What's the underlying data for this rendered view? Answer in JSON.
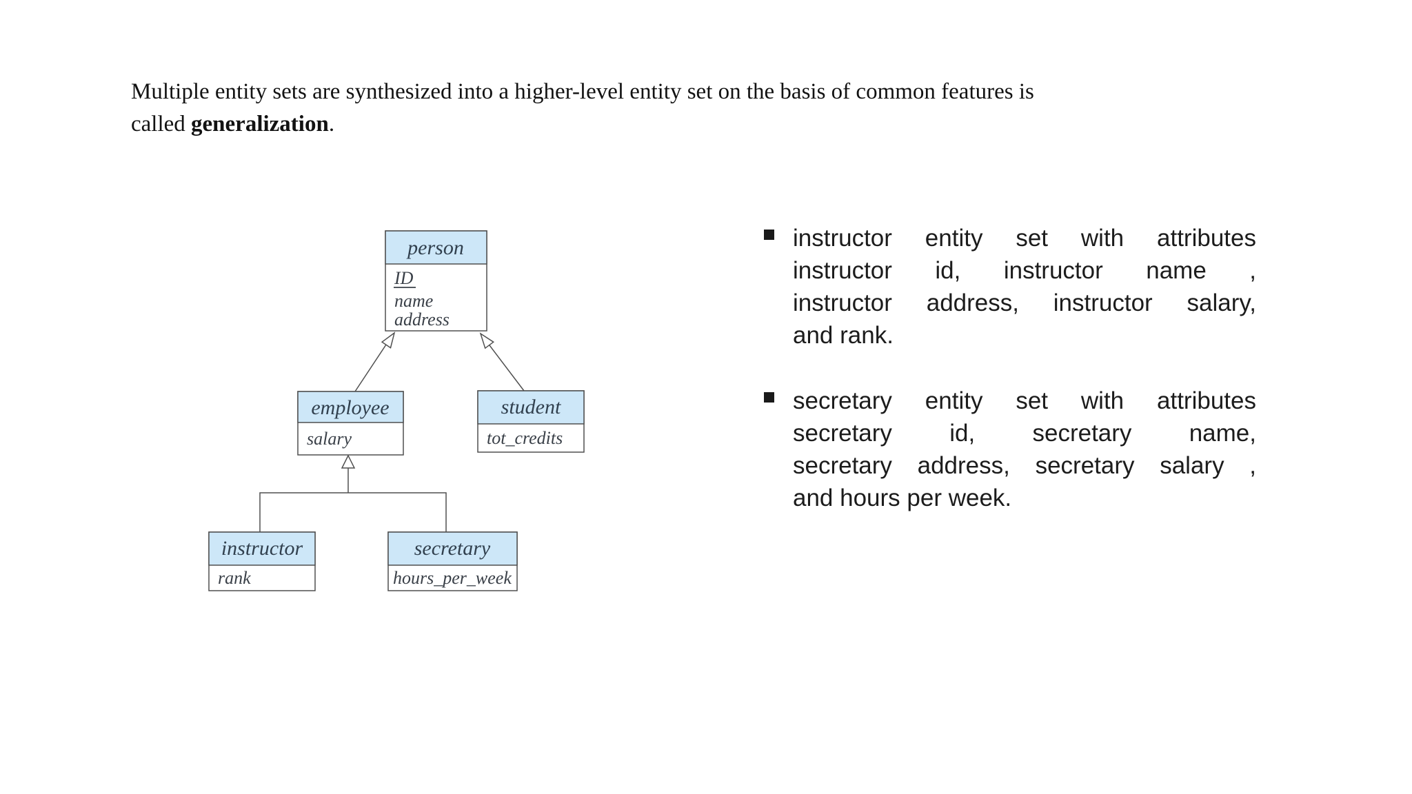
{
  "page": {
    "title": {
      "line1": "Multiple entity sets are synthesized into a higher-level entity set on the basis of common features is",
      "line2_pre": "called ",
      "line2_bold": "generalization",
      "line2_post": "."
    }
  },
  "diagram": {
    "type": "er-generalization-hierarchy",
    "entities": {
      "person": {
        "label": "person",
        "attributes": [
          "ID",
          "name",
          "address"
        ],
        "key_attribute": "ID"
      },
      "employee": {
        "label": "employee",
        "attributes": [
          "salary"
        ]
      },
      "student": {
        "label": "student",
        "attributes": [
          "tot_credits"
        ]
      },
      "instructor": {
        "label": "instructor",
        "attributes": [
          "rank"
        ]
      },
      "secretary": {
        "label": "secretary",
        "attributes": [
          "hours_per_week"
        ]
      }
    },
    "relationships": [
      "employee ISA person",
      "student ISA person",
      "instructor ISA employee",
      "secretary ISA employee"
    ],
    "colors": {
      "header_fill": "#cde7f8",
      "box_fill": "#ffffff",
      "border": "#4f4f4f",
      "label_text": "#31404e",
      "attribute_text": "#3a4048"
    }
  },
  "bullets": [
    {
      "marker": "square",
      "lines": [
        "instructor entity set with attributes",
        "instructor id, instructor name ,",
        "instructor address, instructor salary,",
        "and rank."
      ]
    },
    {
      "marker": "square",
      "lines": [
        "secretary entity set with attributes",
        "secretary id, secretary name,",
        "secretary address, secretary salary ,",
        "and hours per week."
      ]
    }
  ]
}
